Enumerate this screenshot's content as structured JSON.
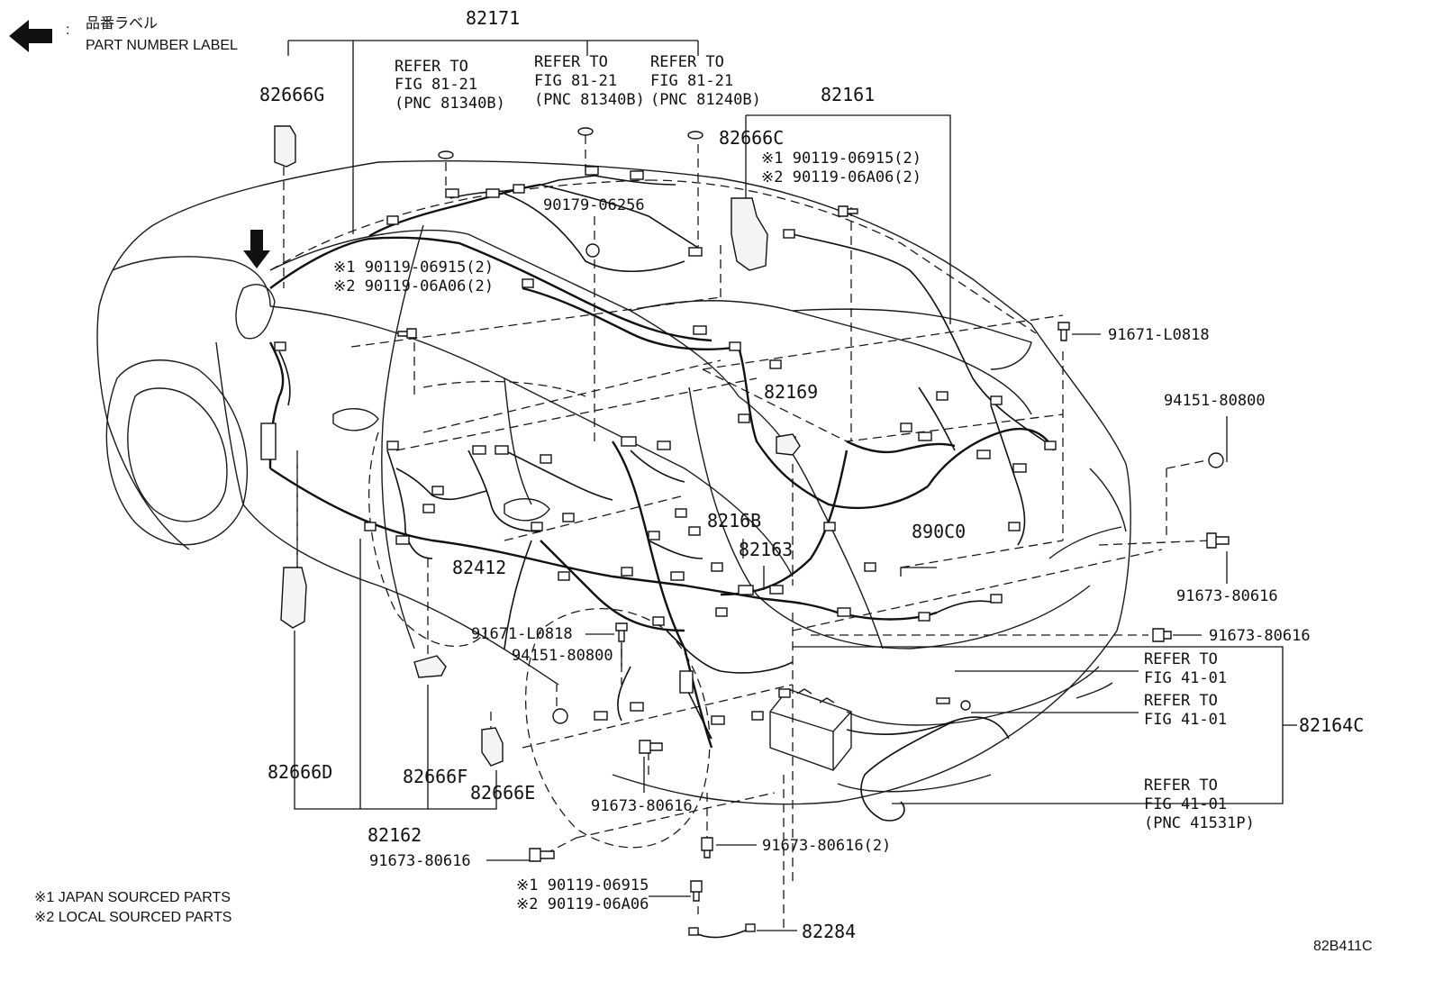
{
  "header": {
    "jp_label": "品番ラベル",
    "en_label": "PART NUMBER LABEL"
  },
  "labels": {
    "p82171": "82171",
    "p82161": "82161",
    "p82666G": "82666G",
    "p82666C": "82666C",
    "p82169": "82169",
    "p82216B": "8216B",
    "p82163": "82163",
    "p82412": "82412",
    "p890C0": "890C0",
    "p82666D": "82666D",
    "p82666F": "82666F",
    "p82666E": "82666E",
    "p82162": "82162",
    "p82164C": "82164C",
    "p82284": "82284",
    "p90179_06256": "90179-06256",
    "p91671_L0818_a": "91671-L0818",
    "p91671_L0818_b": "91671-L0818",
    "p94151_80800_a": "94151-80800",
    "p94151_80800_b": "94151-80800",
    "p91673_80616_a": "91673-80616",
    "p91673_80616_b": "91673-80616",
    "p91673_80616_c": "91673-80616",
    "p91673_80616_d": "91673-80616",
    "p91673_80616_2": "91673-80616(2)"
  },
  "refers": {
    "r1_l1": "REFER TO",
    "r1_l2": "FIG 81-21",
    "r1_l3": "(PNC 81340B)",
    "r2_l1": "REFER TO",
    "r2_l2": "FIG 81-21",
    "r2_l3": "(PNC 81340B)",
    "r3_l1": "REFER TO",
    "r3_l2": "FIG 81-21",
    "r3_l3": "(PNC 81240B)",
    "r4_l1": "REFER TO",
    "r4_l2": "FIG 41-01",
    "r5_l1": "REFER TO",
    "r5_l2": "FIG 41-01",
    "r6_l1": "REFER TO",
    "r6_l2": "FIG 41-01",
    "r6_l3": "(PNC 41531P)"
  },
  "bolts": {
    "top_right_1": "※1 90119-06915(2)",
    "top_right_2": "※2 90119-06A06(2)",
    "top_left_1": "※1 90119-06915(2)",
    "top_left_2": "※2 90119-06A06(2)",
    "bottom_1": "※1 90119-06915",
    "bottom_2": "※2 90119-06A06"
  },
  "legend": {
    "note1": "※1 JAPAN SOURCED PARTS",
    "note2": "※2 LOCAL SOURCED PARTS"
  },
  "footer": {
    "code": "82B411C"
  }
}
